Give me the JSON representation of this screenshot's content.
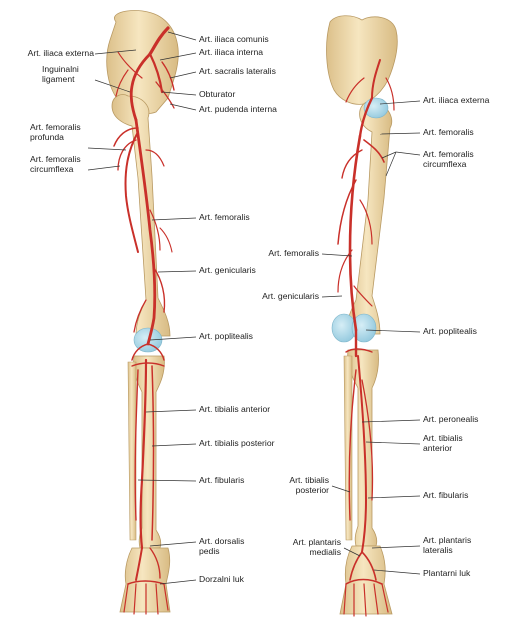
{
  "labels": {
    "left": {
      "iliaca_externa": "Art. iliaca externa",
      "inguinalni_1": "Inguinalni",
      "inguinalni_2": "ligament",
      "femoralis_profunda_1": "Art. femoralis",
      "femoralis_profunda_2": "profunda",
      "femoralis_circumflexa_1": "Art. femoralis",
      "femoralis_circumflexa_2": "circumflexa",
      "iliaca_comunis": "Art. iliaca comunis",
      "iliaca_interna": "Art. iliaca interna",
      "sacralis_lateralis": "Art. sacralis lateralis",
      "obturator": "Obturator",
      "pudenda_interna": "Art. pudenda interna",
      "femoralis": "Art. femoralis",
      "genicularis": "Art. genicularis",
      "poplitealis": "Art. poplitealis",
      "tibialis_anterior": "Art. tibialis anterior",
      "tibialis_posterior": "Art. tibialis posterior",
      "fibularis": "Art. fibularis",
      "dorsalis_pedis_1": "Art. dorsalis",
      "dorsalis_pedis_2": "pedis",
      "dorzalni_luk": "Dorzalni luk"
    },
    "right": {
      "iliaca_externa": "Art. iliaca externa",
      "femoralis": "Art. femoralis",
      "femoralis_circumflexa_1": "Art. femoralis",
      "femoralis_circumflexa_2": "circumflexa",
      "femoralis_mid": "Art. femoralis",
      "genicularis": "Art. genicularis",
      "poplitealis": "Art. poplitealis",
      "peronealis": "Art. peronealis",
      "tibialis_anterior_1": "Art. tibialis",
      "tibialis_anterior_2": "anterior",
      "tibialis_posterior_1": "Art. tibialis",
      "tibialis_posterior_2": "posterior",
      "fibularis": "Art. fibularis",
      "plantaris_medialis_1": "Art. plantaris",
      "plantaris_medialis_2": "medialis",
      "plantaris_lateralis_1": "Art. plantaris",
      "plantaris_lateralis_2": "lateralis",
      "plantarni_luk": "Plantarni luk"
    }
  },
  "colors": {
    "bone": "#f1dcae",
    "bone_shade": "#dcc08a",
    "artery": "#c9302a",
    "artery_dark": "#9e1f1a",
    "joint": "#9fd3e6",
    "leader": "#333333"
  }
}
